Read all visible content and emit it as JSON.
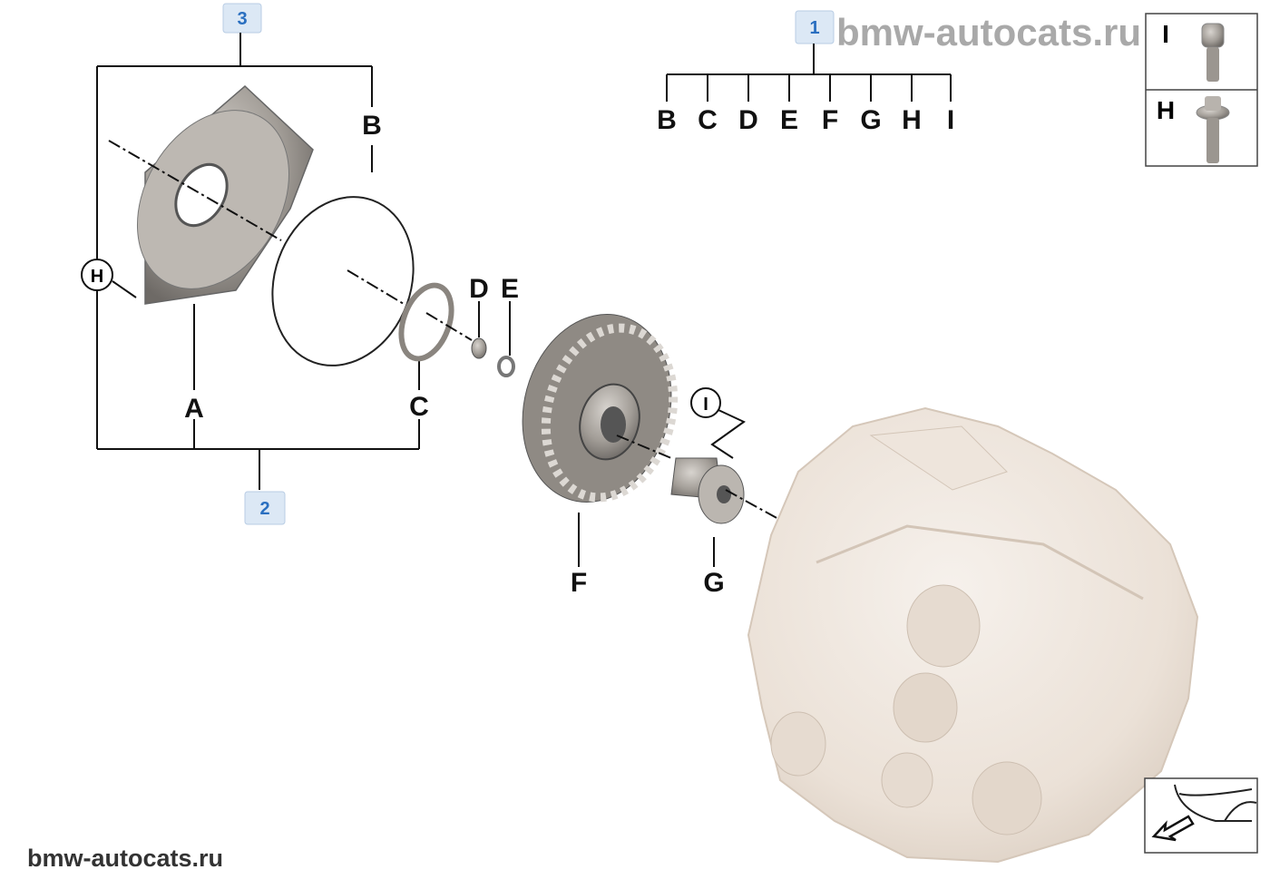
{
  "watermark_top": "bmw-autocats.ru",
  "watermark_bottom": "bmw-autocats.ru",
  "callouts": {
    "one": "1",
    "two": "2",
    "three": "3"
  },
  "group1_labels": [
    "B",
    "C",
    "D",
    "E",
    "F",
    "G",
    "H",
    "I"
  ],
  "part_labels": {
    "A": "A",
    "B": "B",
    "C": "C",
    "D": "D",
    "E": "E",
    "F": "F",
    "G": "G",
    "H": "H",
    "I": "I"
  },
  "legend": {
    "bolt_i": "I",
    "bolt_h": "H"
  },
  "colors": {
    "callout_fill": "#dce8f5",
    "callout_text": "#2a6fc0",
    "housing": "#efe6dd",
    "metal": "#9b9690"
  }
}
